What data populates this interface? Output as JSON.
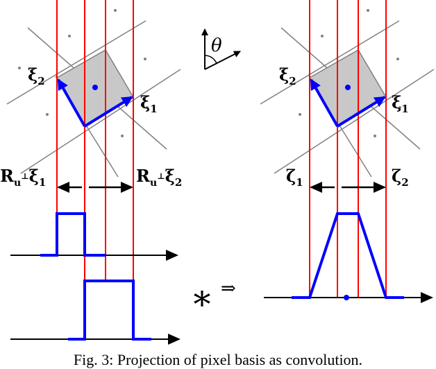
{
  "left_panel": {
    "label_xi1": "ξ",
    "label_xi1_sub": "1",
    "label_xi2": "ξ",
    "label_xi2_sub": "2",
    "proj_left": "R",
    "proj_left_sub": "u",
    "proj_left_sup": "⊥",
    "proj_left_xi": "ξ",
    "proj_left_xi_sub": "1",
    "proj_right": "R",
    "proj_right_sub": "u",
    "proj_right_sup": "⊥",
    "proj_right_xi": "ξ",
    "proj_right_xi_sub": "2"
  },
  "right_panel": {
    "label_xi1": "ξ",
    "label_xi1_sub": "1",
    "label_xi2": "ξ",
    "label_xi2_sub": "2",
    "zeta1": "ζ",
    "zeta1_sub": "1",
    "zeta2": "ζ",
    "zeta2_sub": "2"
  },
  "theta_label": "θ",
  "convolution_symbol": "∗",
  "implies_symbol": "⇒",
  "caption": "Fig. 3: Projection of pixel basis as convolution.",
  "colors": {
    "red_lines": "#ff0000",
    "blue": "#0000ff",
    "grid": "#808080",
    "cell_fill": "#c8c8c8",
    "axis": "#000000"
  }
}
